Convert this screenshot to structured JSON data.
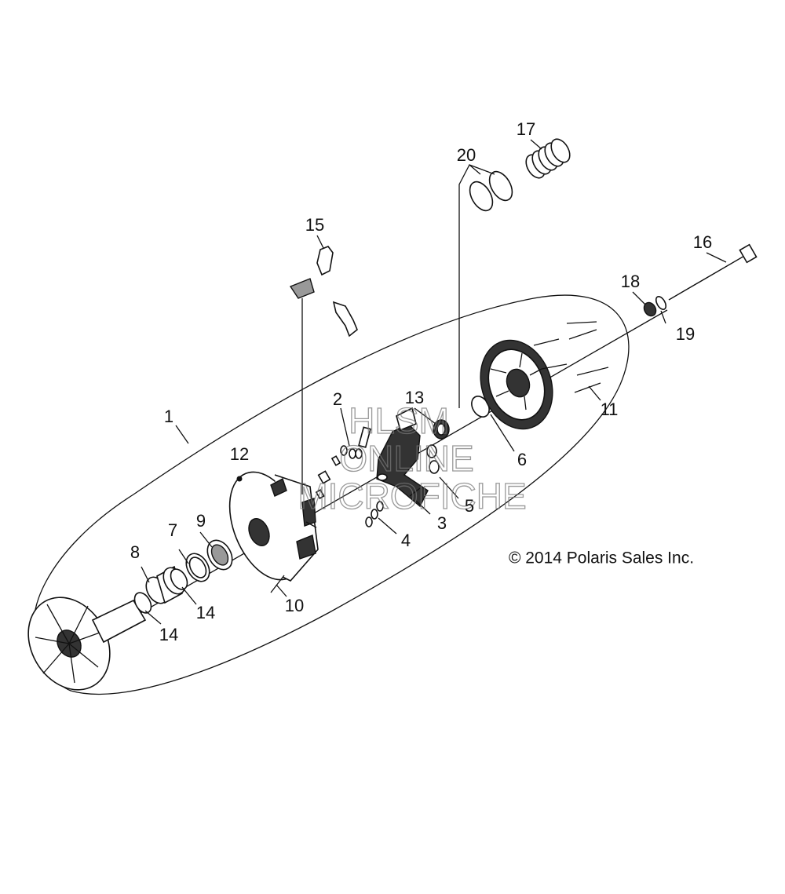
{
  "diagram": {
    "callouts": [
      "1",
      "2",
      "3",
      "4",
      "5",
      "6",
      "7",
      "8",
      "9",
      "10",
      "11",
      "12",
      "13",
      "14",
      "14",
      "15",
      "16",
      "17",
      "18",
      "19",
      "20"
    ],
    "copyright": "© 2014 Polaris Sales Inc.",
    "watermark": [
      "HLSM",
      "ONLINE",
      "MICROFICHE"
    ]
  }
}
